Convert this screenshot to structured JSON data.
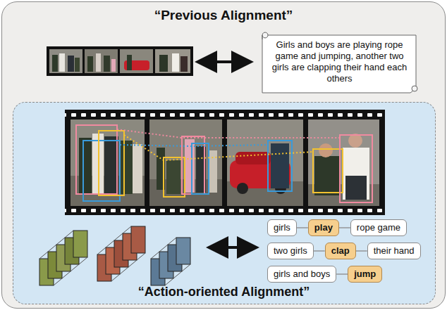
{
  "diagram": {
    "nodes": [
      {
        "text": [
          "“Previous Alignment”"
        ]
      },
      {
        "text": [
          "Girls and boys are playing rope game and jumping, another two girls are clapping their hand each others"
        ],
        "in": 0
      },
      {
        "text": [
          "“Action-oriented Alignment”"
        ],
        "in": 0
      },
      {
        "text": [
          "girls"
        ],
        "in": 2
      },
      {
        "text": [
          "play"
        ],
        "in": 2
      },
      {
        "text": [
          "rope game"
        ],
        "in": 2
      },
      {
        "text": [
          "two girls"
        ],
        "in": 2
      },
      {
        "text": [
          "clap"
        ],
        "in": 2
      },
      {
        "text": [
          "their hand"
        ],
        "in": 2
      },
      {
        "text": [
          "girls and boys"
        ],
        "in": 2
      },
      {
        "text": [
          "jump"
        ],
        "in": 2
      }
    ],
    "edges": [
      {
        "from": 3,
        "to": 4,
        "arrow": "none"
      },
      {
        "from": 4,
        "to": 5,
        "arrow": "none"
      },
      {
        "from": 6,
        "to": 7,
        "arrow": "none"
      },
      {
        "from": 7,
        "to": 8,
        "arrow": "none"
      },
      {
        "from": 9,
        "to": 10,
        "arrow": "none"
      }
    ]
  }
}
